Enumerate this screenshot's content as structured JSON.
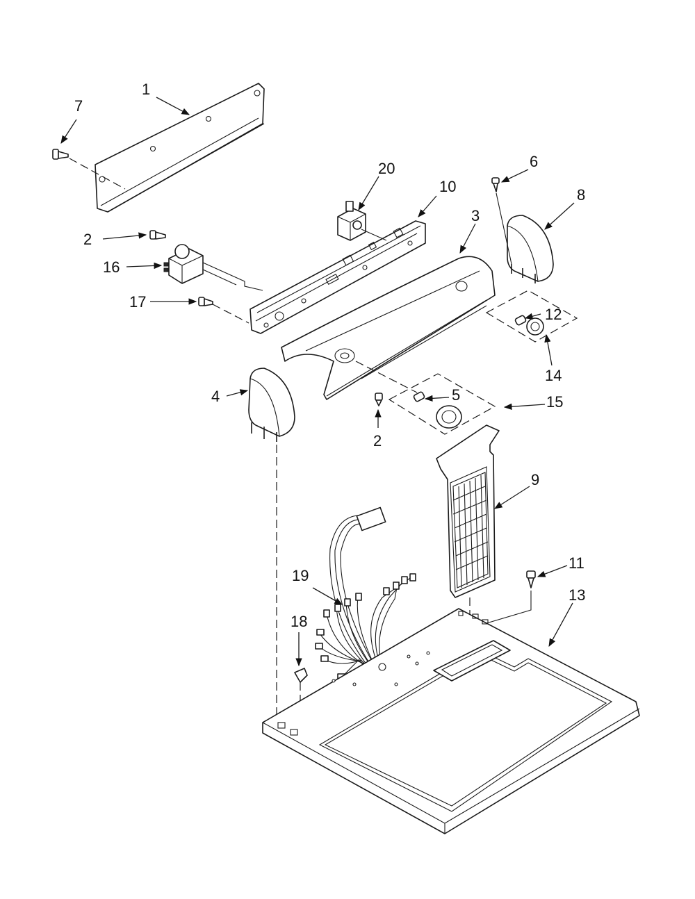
{
  "callouts": {
    "c1": "1",
    "c2a": "2",
    "c2b": "2",
    "c3": "3",
    "c4": "4",
    "c5": "5",
    "c6": "6",
    "c7": "7",
    "c8": "8",
    "c9": "9",
    "c10": "10",
    "c11": "11",
    "c12": "12",
    "c13": "13",
    "c14": "14",
    "c15": "15",
    "c16": "16",
    "c17": "17",
    "c18": "18",
    "c19": "19",
    "c20": "20"
  }
}
